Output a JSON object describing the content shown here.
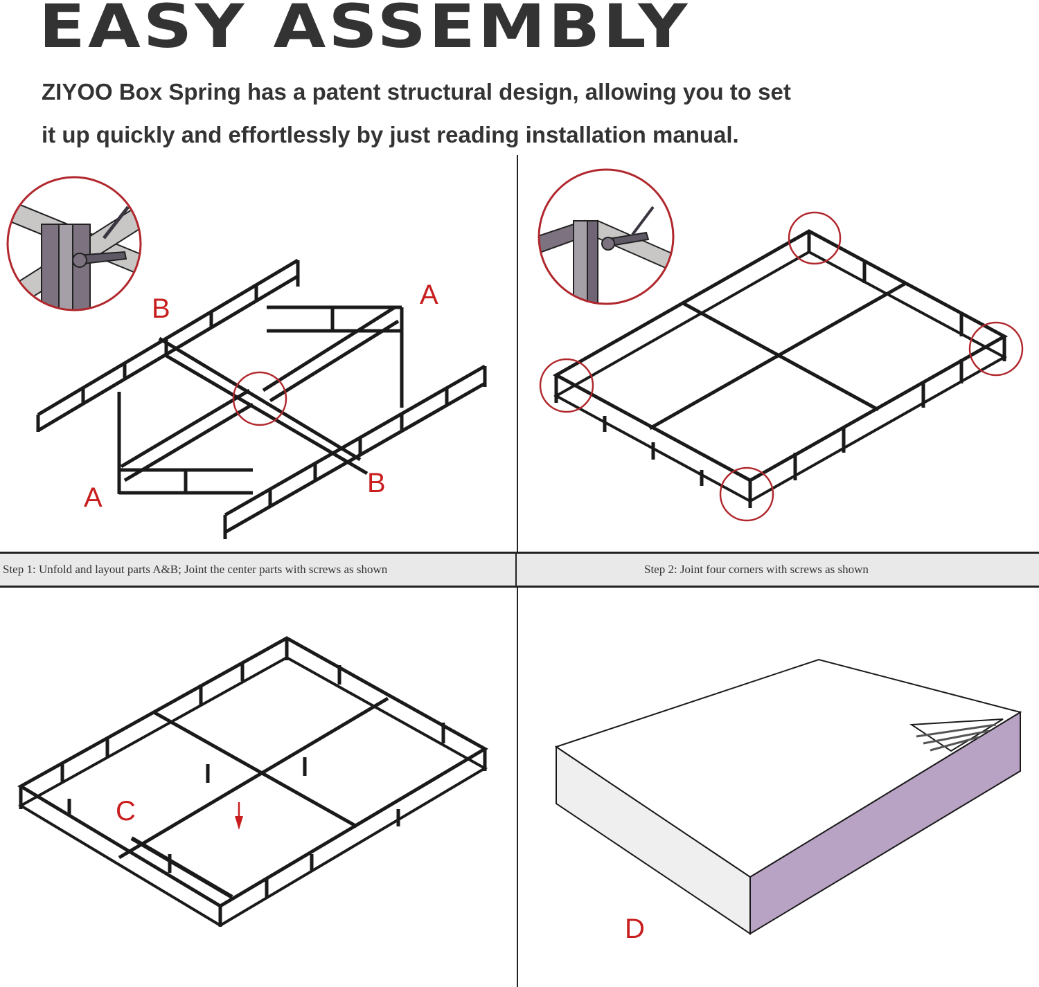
{
  "header": {
    "title": "EASY ASSEMBLY",
    "subtitle_line1": "ZIYOO Box Spring has a patent structural design, allowing you to set",
    "subtitle_line2": "it up quickly and effortlessly by just reading installation manual."
  },
  "steps": [
    {
      "id": "step1",
      "caption": "Step 1: Unfold and layout parts A&B; Joint the center parts with screws as shown",
      "part_labels": [
        "B",
        "A",
        "A",
        "B"
      ]
    },
    {
      "id": "step2",
      "caption": "Step 2: Joint four corners with screws as shown",
      "part_labels": []
    },
    {
      "id": "step3",
      "caption": "",
      "part_labels": [
        "C"
      ]
    },
    {
      "id": "step4",
      "caption": "",
      "part_labels": [
        "D"
      ]
    }
  ],
  "colors": {
    "label_red": "#c81e1e",
    "frame_black": "#1a1a1a",
    "caption_bg": "#e9e9e9",
    "cover_side_purple": "#b9a3c4",
    "cover_side_light": "#efefef"
  }
}
